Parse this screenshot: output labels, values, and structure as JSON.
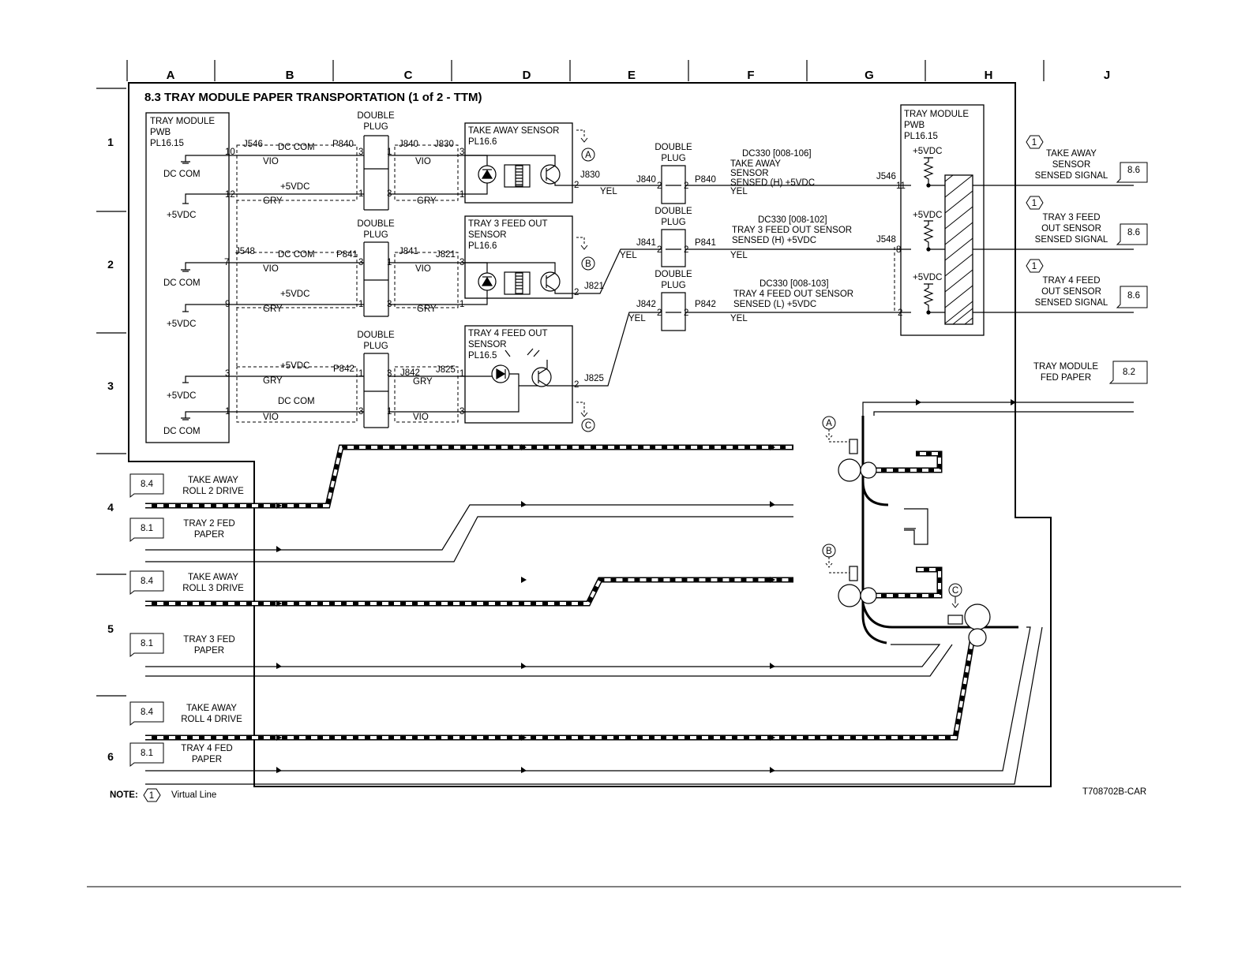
{
  "title": "8.3 TRAY MODULE PAPER TRANSPORTATION (1 of 2 - TTM)",
  "figure_id": "T708702B-CAR",
  "columns": [
    "A",
    "B",
    "C",
    "D",
    "E",
    "F",
    "G",
    "H",
    "J"
  ],
  "rows": [
    "1",
    "2",
    "3",
    "4",
    "5",
    "6"
  ],
  "note": {
    "label": "NOTE:",
    "symbol": "1",
    "text": "Virtual Line"
  },
  "pwb_left": {
    "title": "TRAY MODULE",
    "sub": "PWB",
    "ref": "PL16.15"
  },
  "pwb_right": {
    "title": "TRAY MODULE",
    "sub": "PWB",
    "ref": "PL16.15"
  },
  "double_plug": {
    "line1": "DOUBLE",
    "line2": "PLUG"
  },
  "labels": {
    "dc_com": "DC COM",
    "vdc5": "+5VDC",
    "vio": "VIO",
    "gry": "GRY",
    "yel": "YEL"
  },
  "sensors": {
    "take_away": {
      "line1": "TAKE AWAY SENSOR",
      "line2": "PL16.6",
      "line3": ""
    },
    "tray3": {
      "line1": "TRAY 3 FEED OUT",
      "line2": "SENSOR",
      "line3": "PL16.6"
    },
    "tray4": {
      "line1": "TRAY 4 FEED OUT",
      "line2": "SENSOR",
      "line3": "PL16.5"
    }
  },
  "connectors": {
    "j546": "J546",
    "p840": "P840",
    "j840": "J840",
    "j830": "J830",
    "j548": "J548",
    "p841": "P841",
    "j841": "J841",
    "j821": "J821",
    "p842": "P842",
    "j842": "J842",
    "j825": "J825"
  },
  "pins": {
    "p1": "1",
    "p2": "2",
    "p3": "3",
    "p7": "7",
    "p8": "8",
    "p9": "9",
    "p10": "10",
    "p11": "11",
    "p12": "12"
  },
  "markers": {
    "a": "A",
    "b": "B",
    "c": "C"
  },
  "signals": [
    {
      "code": "DC330 [008-106]",
      "l1": "TAKE AWAY",
      "l2": "SENSOR",
      "l3": "SENSED (H) +5VDC"
    },
    {
      "code": "DC330 [008-102]",
      "l1": "TRAY 3 FEED OUT SENSOR",
      "l2": "SENSED (H) +5VDC",
      "l3": ""
    },
    {
      "code": "DC330 [008-103]",
      "l1": "TRAY 4 FEED OUT SENSOR",
      "l2": "SENSED (L) +5VDC",
      "l3": ""
    }
  ],
  "outputs": [
    {
      "sym": "1",
      "l1": "TAKE AWAY",
      "l2": "SENSOR",
      "l3": "SENSED SIGNAL",
      "ref": "8.6"
    },
    {
      "sym": "1",
      "l1": "TRAY 3 FEED",
      "l2": "OUT SENSOR",
      "l3": "SENSED SIGNAL",
      "ref": "8.6"
    },
    {
      "sym": "1",
      "l1": "TRAY 4 FEED",
      "l2": "OUT SENSOR",
      "l3": "SENSED SIGNAL",
      "ref": "8.6"
    },
    {
      "sym": "",
      "l1": "TRAY MODULE",
      "l2": "FED PAPER",
      "l3": "",
      "ref": "8.2"
    }
  ],
  "inputs": [
    {
      "ref": "8.4",
      "l1": "TAKE AWAY",
      "l2": "ROLL 2 DRIVE"
    },
    {
      "ref": "8.1",
      "l1": "TRAY 2 FED",
      "l2": "PAPER"
    },
    {
      "ref": "8.4",
      "l1": "TAKE AWAY",
      "l2": "ROLL 3 DRIVE"
    },
    {
      "ref": "8.1",
      "l1": "TRAY 3 FED",
      "l2": "PAPER"
    },
    {
      "ref": "8.4",
      "l1": "TAKE AWAY",
      "l2": "ROLL 4 DRIVE"
    },
    {
      "ref": "8.1",
      "l1": "TRAY 4 FED",
      "l2": "PAPER"
    }
  ]
}
